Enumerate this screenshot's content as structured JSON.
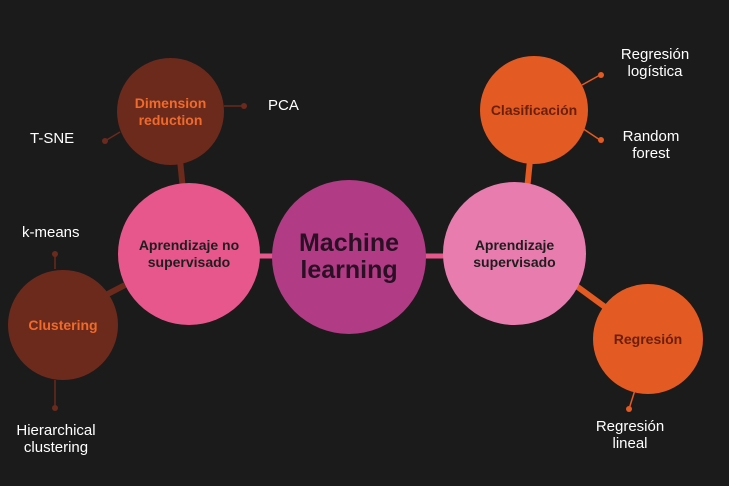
{
  "colors": {
    "background": "#1b1b1b",
    "center": "#b23b86",
    "left_branch": "#e8578c",
    "right_branch": "#e87cae",
    "dark_leaf_node": "#6b2a1c",
    "orange_node": "#e35a22",
    "dark_node_text": "#f06a2a",
    "connector_center": "#e8578c",
    "connector_dark": "#6b2a1c",
    "connector_orange": "#e35a22"
  },
  "center": {
    "label": "Machine learning"
  },
  "unsupervised": {
    "label": "Aprendizaje no supervisado",
    "dimension_reduction": {
      "label": "Dimension reduction",
      "leaves": [
        "PCA",
        "T-SNE"
      ]
    },
    "clustering": {
      "label": "Clustering",
      "leaves": [
        "k-means",
        "Hierarchical clustering"
      ]
    }
  },
  "supervised": {
    "label": "Aprendizaje supervisado",
    "classification": {
      "label": "Clasificación",
      "leaves": [
        "Regresión logística",
        "Random forest"
      ]
    },
    "regression": {
      "label": "Regresión",
      "leaves": [
        "Regresión lineal"
      ]
    }
  }
}
